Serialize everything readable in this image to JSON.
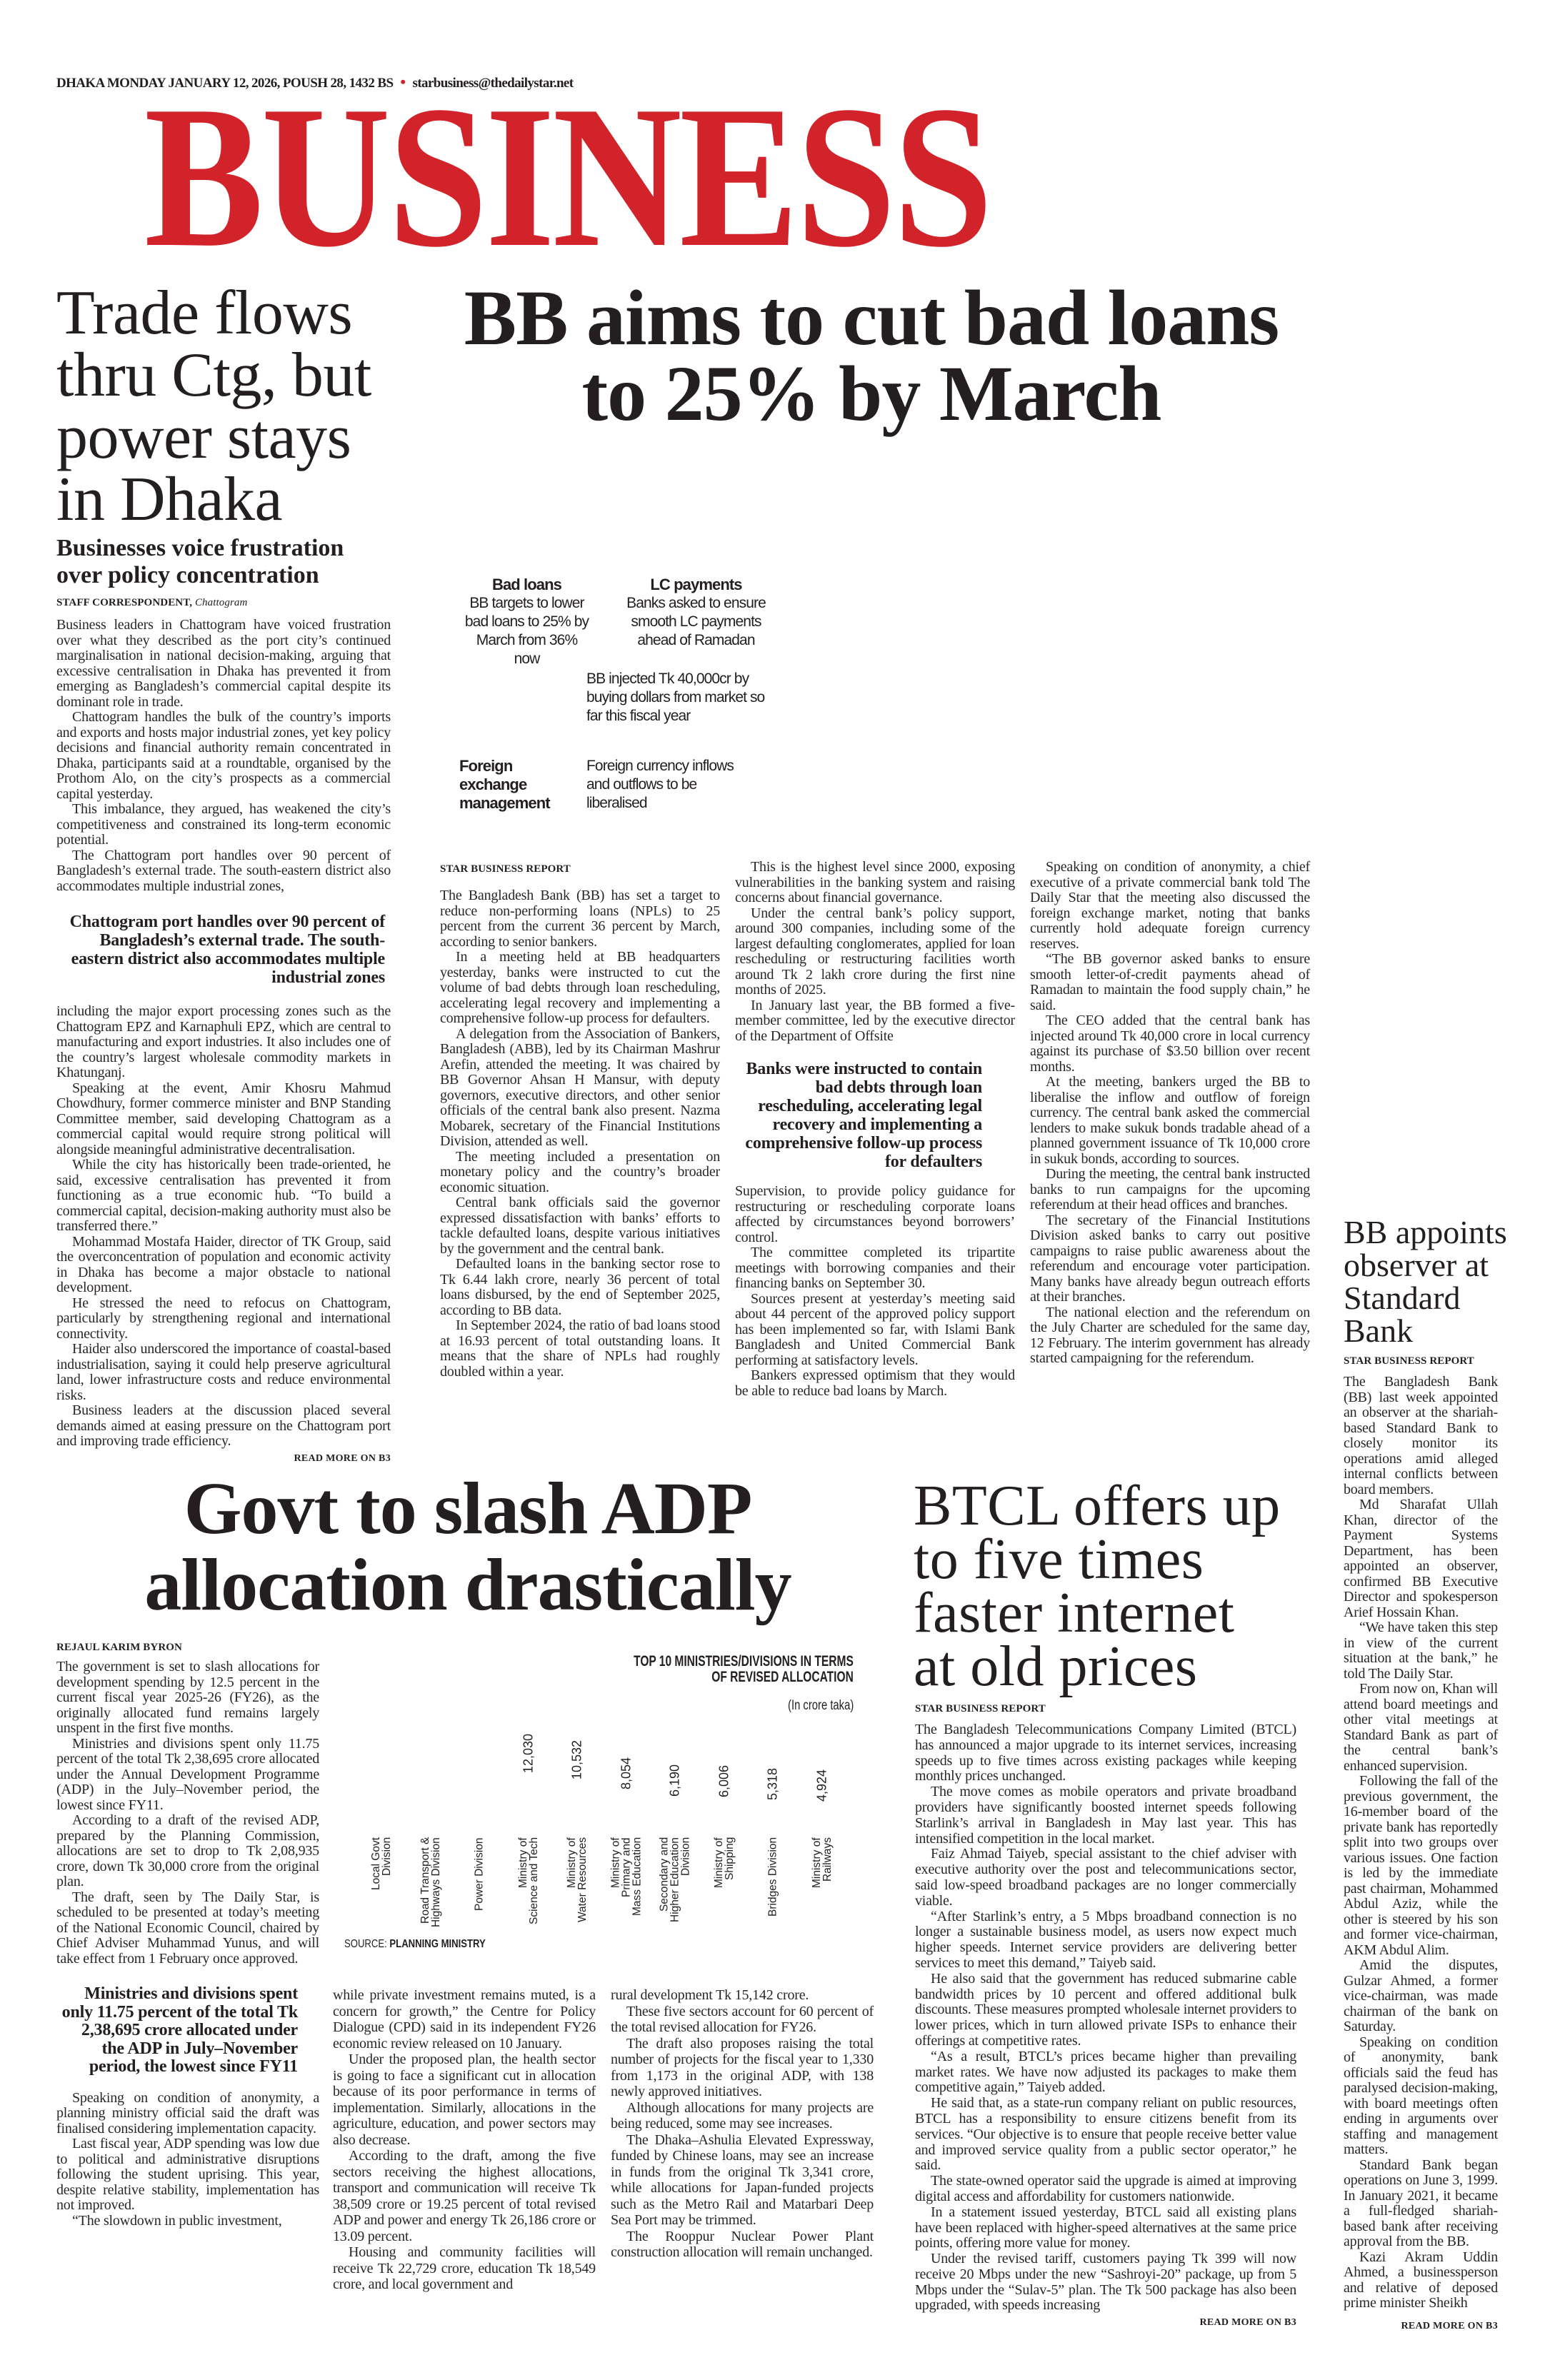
{
  "header": {
    "dateline": "DHAKA MONDAY JANUARY 12, 2026, POUSH 28, 1432 BS",
    "email": "starbusiness@thedailystar.net",
    "masthead": "BUSINESS",
    "masthead_color": "#d2232a"
  },
  "trade": {
    "headline_lines": [
      "Trade flows",
      "thru Ctg, but",
      "power stays",
      "in Dhaka"
    ],
    "subhead": "Businesses voice frustration over policy concentration",
    "byline_name": "STAFF CORRESPONDENT,",
    "byline_place": "Chattogram",
    "body_a": [
      "Business leaders in Chattogram have voiced frustration over what they described as the port city’s continued marginalisation in national decision-making, arguing that excessive centralisation in Dhaka has prevented it from emerging as Bangladesh’s commercial capital despite its dominant role in trade.",
      "Chattogram handles the bulk of the country’s imports and exports and hosts major industrial zones, yet key policy decisions and financial authority remain concentrated in Dhaka, participants said at a roundtable, organised by the Prothom Alo, on the city’s prospects as a commercial capital yesterday.",
      "This imbalance, they argued, has weakened the city’s competitiveness and constrained its long-term economic potential.",
      "The Chattogram port handles over 90 percent of Bangladesh’s external trade. The south-eastern district also accommodates multiple industrial zones,"
    ],
    "pull_quote": "Chattogram port handles over 90 percent of Bangladesh’s external trade. The south-eastern district also accommodates multiple industrial zones",
    "body_b": [
      "including the major export processing zones such as the Chattogram EPZ and Karnaphuli EPZ, which are central to manufacturing and export industries. It also includes one of the country’s largest wholesale commodity markets in Khatunganj.",
      "Speaking at the event, Amir Khosru Mahmud Chowdhury, former commerce minister and BNP Standing Committee member, said developing Chattogram as a commercial capital would require strong political will alongside meaningful administrative decentralisation.",
      "While the city has historically been trade-oriented, he said, excessive centralisation has prevented it from functioning as a true economic hub. “To build a commercial capital, decision-making authority must also be transferred there.”",
      "Mohammad Mostafa Haider, director of TK Group, said the overconcentration of population and economic activity in Dhaka has become a major obstacle to national development.",
      "He stressed the need to refocus on Chattogram, particularly by strengthening regional and international connectivity.",
      "Haider also underscored the importance of coastal-based industrialisation, saying it could help preserve agricultural land, lower infrastructure costs and reduce environmental risks.",
      "Business leaders at the discussion placed several demands aimed at easing pressure on the Chattogram port and improving trade efficiency."
    ],
    "read_more": "READ MORE ON B3"
  },
  "bb": {
    "headline_lines": [
      "BB aims to cut bad loans",
      "to 25% by March"
    ],
    "infographic": {
      "bad_loans_title": "Bad loans",
      "bad_loans_text": "BB targets to lower bad loans to 25% by March from 36% now",
      "lc_title": "LC payments",
      "lc_text": "Banks asked to ensure smooth LC payments ahead of Ramadan",
      "injection_text": "BB injected Tk 40,000cr by buying dollars from market so far this fiscal year",
      "forex_title": "Foreign exchange management",
      "forex_text": "Foreign currency inflows and outflows to be liberalised"
    },
    "byline": "STAR BUSINESS REPORT",
    "col1": [
      "The Bangladesh Bank (BB) has set a target to reduce non-performing loans (NPLs) to 25 percent from the current 36 percent by March, according to senior bankers.",
      "In a meeting held at BB headquarters yesterday, banks were instructed to cut the volume of bad debts through loan rescheduling, accelerating legal recovery and implementing a comprehensive follow-up process for defaulters.",
      "A delegation from the Association of Bankers, Bangladesh (ABB), led by its Chairman Mashrur Arefin, attended the meeting. It was chaired by BB Governor Ahsan H Mansur, with deputy governors, executive directors, and other senior officials of the central bank also present. Nazma Mobarek, secretary of the Financial Institutions Division, attended as well.",
      "The meeting included a presentation on monetary policy and the country’s broader economic situation.",
      "Central bank officials said the governor expressed dissatisfaction with banks’ efforts to tackle defaulted loans, despite various initiatives by the government and the central bank.",
      "Defaulted loans in the banking sector rose to Tk 6.44 lakh crore, nearly 36 percent of total loans disbursed, by the end of September 2025, according to BB data.",
      "In September 2024, the ratio of bad loans stood at 16.93 percent of total outstanding loans. It means that the share of NPLs had roughly doubled within a year."
    ],
    "col2a": [
      "This is the highest level since 2000, exposing vulnerabilities in the banking system and raising concerns about financial governance.",
      "Under the central bank’s policy support, around 300 companies, including some of the largest defaulting conglomerates, applied for loan rescheduling or restructuring facilities worth around Tk 2 lakh crore during the first nine months of 2025.",
      "In January last year, the BB formed a five-member committee, led by the executive director of the Department of Offsite"
    ],
    "pull_quote": "Banks were instructed to contain bad debts through loan rescheduling, accelerating legal recovery and implementing a comprehensive follow-up process for defaulters",
    "col2b": [
      "Supervision, to provide policy guidance for restructuring or rescheduling corporate loans affected by circumstances beyond borrowers’ control.",
      "The committee completed its tripartite meetings with borrowing companies and their financing banks on September 30.",
      "Sources present at yesterday’s meeting said about 44 percent of the approved policy support has been implemented so far, with Islami Bank Bangladesh and United Commercial Bank performing at satisfactory levels.",
      "Bankers expressed optimism that they would be able to reduce bad loans by March."
    ],
    "col3": [
      "Speaking on condition of anonymity, a chief executive of a private commercial bank told The Daily Star that the meeting also discussed the foreign exchange market, noting that banks currently hold adequate foreign currency reserves.",
      "“The BB governor asked banks to ensure smooth letter-of-credit payments ahead of Ramadan to maintain the food supply chain,” he said.",
      "The CEO added that the central bank has injected around Tk 40,000 crore in local currency against its purchase of $3.50 billion over recent months.",
      "At the meeting, bankers urged the BB to liberalise the inflow and outflow of foreign currency. The central bank asked the commercial lenders to make sukuk bonds tradable ahead of a planned government issuance of Tk 10,000 crore in sukuk bonds, according to sources.",
      "During the meeting, the central bank instructed banks to run campaigns for the upcoming referendum at their head offices and branches.",
      "The secretary of the Financial Institutions Division asked banks to carry out positive campaigns to raise public awareness about the referendum and encourage voter participation. Many banks have already begun outreach efforts at their branches.",
      "The national election and the referendum on the July Charter are scheduled for the same day, 12 February. The interim government has already started campaigning for the referendum."
    ]
  },
  "observer": {
    "headline_lines": [
      "BB appoints",
      "observer at",
      "Standard",
      "Bank"
    ],
    "byline": "STAR BUSINESS REPORT",
    "body": [
      "The Bangladesh Bank (BB) last week appointed an observer at the shariah-based Standard Bank to closely monitor its operations amid alleged internal conflicts between board members.",
      "Md Sharafat Ullah Khan, director of the Payment Systems Department, has been appointed an observer, confirmed BB Executive Director and spokesperson Arief Hossain Khan.",
      "“We have taken this step in view of the current situation at the bank,” he told The Daily Star.",
      "From now on, Khan will attend board meetings and other vital meetings at Standard Bank as part of the central bank’s enhanced supervision.",
      "Following the fall of the previous government, the 16-member board of the private bank has reportedly split into two groups over various issues. One faction is led by the immediate past chairman, Mohammed Abdul Aziz, while the other is steered by his son and former vice-chairman, AKM Abdul Alim.",
      "Amid the disputes, Gulzar Ahmed, a former vice-chairman, was made chairman of the bank on Saturday.",
      "Speaking on condition of anonymity, bank officials said the feud has paralysed decision-making, with board meetings often ending in arguments over staffing and management matters.",
      "Standard Bank began operations on June 3, 1999. In January 2021, it became a full-fledged shariah-based bank after receiving approval from the BB.",
      "Kazi Akram Uddin Ahmed, a businessperson and relative of deposed prime minister Sheikh"
    ],
    "read_more": "READ MORE ON B3"
  },
  "adp": {
    "headline_lines": [
      "Govt to slash ADP",
      "allocation drastically"
    ],
    "byline": "REJAUL KARIM BYRON",
    "col1a": [
      "The government is set to slash allocations for development spending by 12.5 percent in the current fiscal year 2025-26 (FY26), as the originally allocated fund remains largely unspent in the first five months.",
      "Ministries and divisions spent only 11.75 percent of the total Tk 2,38,695 crore allocated under the Annual Development Programme (ADP) in the July–November period, the lowest since FY11.",
      "According to a draft of the revised ADP, prepared by the Planning Commission, allocations are set to drop to Tk 2,08,935 crore, down Tk 30,000 crore from the original plan.",
      "The draft, seen by The Daily Star, is scheduled to be presented at today’s meeting of the National Economic Council, chaired by Chief Adviser Muhammad Yunus, and will take effect from 1 February once approved."
    ],
    "pull_quote": "Ministries and divisions spent only 11.75 percent of the total Tk 2,38,695 crore allocated under the ADP in July–November period, the lowest since FY11",
    "col1b": [
      "Speaking on condition of anonymity, a planning ministry official said the draft was finalised considering implementation capacity.",
      "Last fiscal year, ADP spending was low due to political and administrative disruptions following the student uprising. This year, despite relative stability, implementation has not improved.",
      "“The slowdown in public investment,"
    ],
    "col2": [
      "while private investment remains muted, is a concern for growth,” the Centre for Policy Dialogue (CPD) said in its independent FY26 economic review released on 10 January.",
      "Under the proposed plan, the health sector is going to face a significant cut in allocation because of its poor performance in terms of implementation. Similarly, allocations in the agriculture, education, and power sectors may also decrease.",
      "According to the draft, among the five sectors receiving the highest allocations, transport and communication will receive Tk 38,509 crore or 19.25 percent of total revised ADP and power and energy Tk 26,186 crore or 13.09 percent.",
      "Housing and community facilities will receive Tk 22,729 crore, education Tk 18,549 crore, and local government and"
    ],
    "col3": [
      "rural development Tk 15,142 crore.",
      "These five sectors account for 60 percent of the total revised allocation for FY26.",
      "The draft also proposes raising the total number of projects for the fiscal year to 1,330 from 1,173 in the original ADP, with 138 newly approved initiatives.",
      "Although allocations for many projects are being reduced, some may see increases.",
      "The Dhaka–Ashulia Elevated Expressway, funded by Chinese loans, may see an increase in funds from the original Tk 3,341 crore, while allocations for Japan-funded projects such as the Metro Rail and Matarbari Deep Sea Port may be trimmed.",
      "The Rooppur Nuclear Power Plant construction allocation will remain unchanged."
    ]
  },
  "chart_data": {
    "type": "bar",
    "title_line1": "TOP 10 MINISTRIES/DIVISIONS IN TERMS",
    "title_line2": "OF REVISED ALLOCATION",
    "unit": "(In crore taka)",
    "source_label": "SOURCE:",
    "source_name": "PLANNING MINISTRY",
    "ylabel": "In crore taka",
    "categories": [
      "Local Govt Division",
      "Road Transport &\nHighways Division",
      "Power Division",
      "Ministry of\nScience and Tech",
      "Ministry of\nWater Resources",
      "Ministry of\nPrimary and\nMass Education",
      "Secondary and\nHigher Education\nDivision",
      "Ministry of\nShipping",
      "Bridges Division",
      "Ministry of\nRailways"
    ],
    "values": [
      null,
      null,
      null,
      12030,
      10532,
      8054,
      6190,
      6006,
      5318,
      4924
    ],
    "value_labels": [
      "",
      "",
      "",
      "12,030",
      "10,532",
      "8,054",
      "6,190",
      "6,006",
      "5,318",
      "4,924"
    ]
  },
  "btcl": {
    "headline_lines": [
      "BTCL offers up",
      "to five times",
      "faster internet",
      "at old prices"
    ],
    "byline": "STAR BUSINESS REPORT",
    "body": [
      "The Bangladesh Telecommunications Company Limited (BTCL) has announced a major upgrade to its internet services, increasing speeds up to five times across existing packages while keeping monthly prices unchanged.",
      "The move comes as mobile operators and private broadband providers have significantly boosted internet speeds following Starlink’s arrival in Bangladesh in May last year. This has intensified competition in the local market.",
      "Faiz Ahmad Taiyeb, special assistant to the chief adviser with executive authority over the post and telecommunications sector, said low-speed broadband packages are no longer commercially viable.",
      "“After Starlink’s entry, a 5 Mbps broadband connection is no longer a sustainable business model, as users now expect much higher speeds. Internet service providers are delivering better services to meet this demand,” Taiyeb said.",
      "He also said that the government has reduced submarine cable bandwidth prices by 10 percent and offered additional bulk discounts. These measures prompted wholesale internet providers to lower prices, which in turn allowed private ISPs to enhance their offerings at competitive rates.",
      "“As a result, BTCL’s prices became higher than prevailing market rates. We have now adjusted its packages to make them competitive again,” Taiyeb added.",
      "He said that, as a state-run company reliant on public resources, BTCL has a responsibility to ensure citizens benefit from its services. “Our objective is to ensure that people receive better value and improved service quality from a public sector operator,” he said.",
      "The state-owned operator said the upgrade is aimed at improving digital access and affordability for customers nationwide.",
      "In a statement issued yesterday, BTCL said all existing plans have been replaced with higher-speed alternatives at the same price points, offering more value for money.",
      "Under the revised tariff, customers paying Tk 399 will now receive 20 Mbps under the new “Sashroyi-20” package, up from 5 Mbps under the “Sulav-5” plan. The Tk 500 package has also been upgraded, with speeds increasing"
    ],
    "read_more": "READ MORE ON B3"
  }
}
